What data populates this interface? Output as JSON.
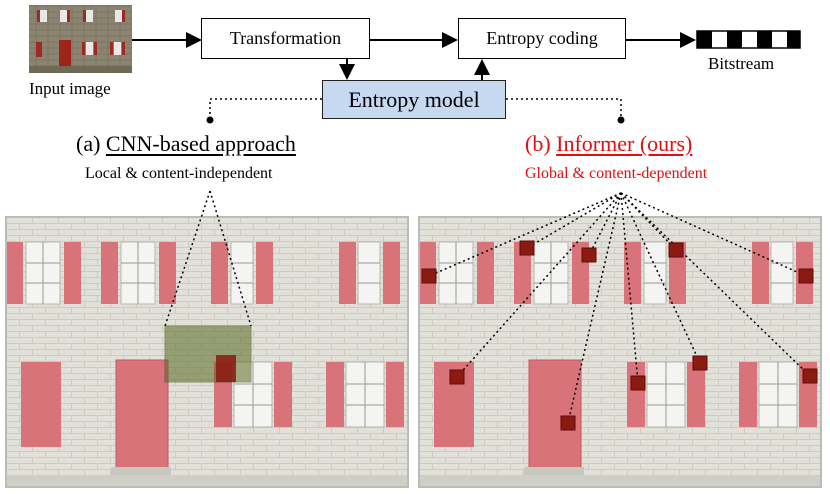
{
  "pipeline": {
    "input_label": "Input image",
    "transformation": "Transformation",
    "entropy_coding": "Entropy coding",
    "bitstream": "Bitstream",
    "entropy_model": "Entropy model"
  },
  "left_panel": {
    "prefix": "(a)",
    "title": "CNN-based approach",
    "subtitle": "Local & content-independent"
  },
  "right_panel": {
    "prefix": "(b)",
    "title": "Informer (ours)",
    "subtitle": "Global & content-dependent"
  },
  "colors": {
    "model_fill": "#c6d9f1",
    "highlight_red": "#e01010",
    "shutter": "#d9737a",
    "context_green": "#5a6a20",
    "context_red": "#8b1a10"
  }
}
